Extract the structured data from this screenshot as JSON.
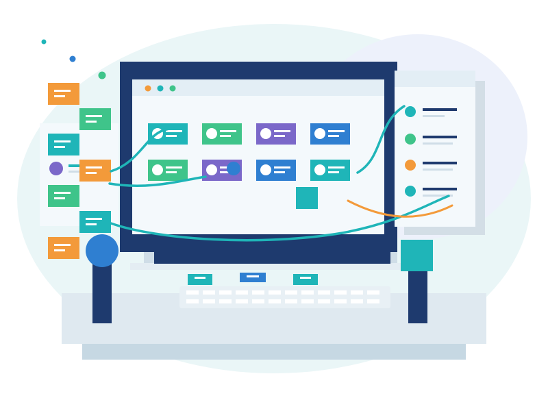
{
  "illustration": {
    "kind": "workflow-automation-scene",
    "palette": {
      "navy": "#1e3a6e",
      "teal": "#1fb5b8",
      "green": "#3fc48a",
      "orange": "#f39a3a",
      "purple": "#7b68c9",
      "blue": "#2f7fd1",
      "screen": "#f4f9fc",
      "blob": "#eaf5f7",
      "desk": "#dfe9f0",
      "desk_shadow": "#c4d6e1"
    },
    "monitor": {
      "window_dots": [
        "#f39a3a",
        "#1fb5b8",
        "#3fc48a"
      ],
      "cards_row_1": [
        "teal",
        "green",
        "purple",
        "blue"
      ],
      "cards_row_2": [
        "green",
        "purple",
        "blue",
        "teal"
      ]
    },
    "left_panel_cards": [
      "orange",
      "green",
      "teal",
      "orange",
      "green",
      "teal",
      "orange"
    ],
    "right_panel_bullets": [
      "teal",
      "green",
      "orange",
      "teal"
    ],
    "icons": [
      "desk-lamp-icon",
      "desk-lamp-icon",
      "keyboard-icon",
      "monitor-icon"
    ]
  }
}
